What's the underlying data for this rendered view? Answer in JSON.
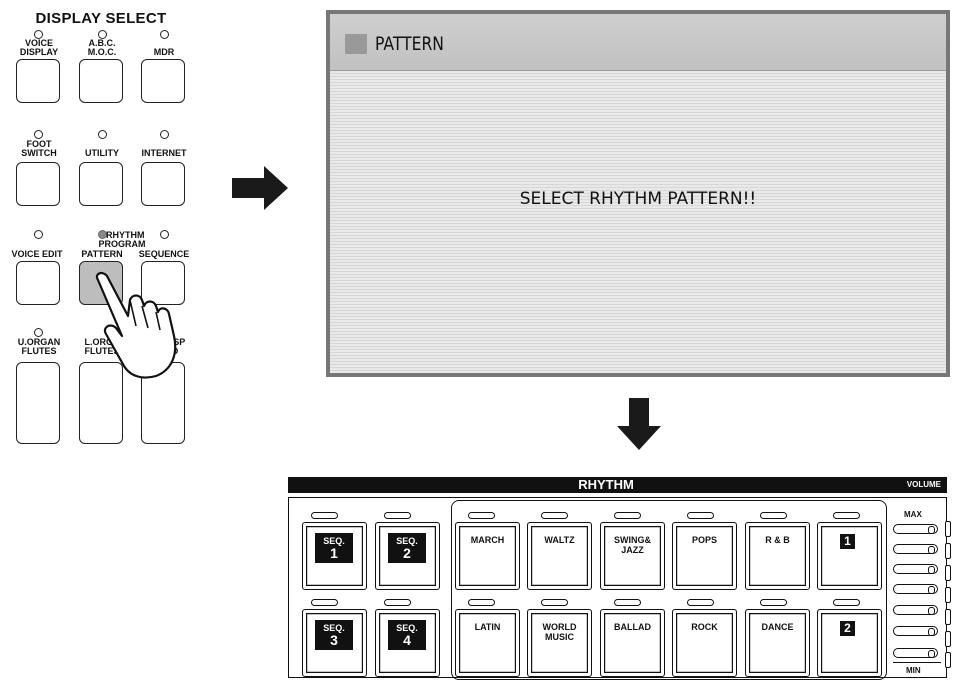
{
  "display_select": {
    "title": "DISPLAY SELECT",
    "row1": [
      {
        "label_lines": [
          "VOICE",
          "DISPLAY"
        ]
      },
      {
        "label_lines": [
          "A.B.C.",
          "M.O.C."
        ]
      },
      {
        "label_lines": [
          "MDR"
        ]
      }
    ],
    "row2": [
      {
        "label_lines": [
          "FOOT",
          "SWITCH"
        ]
      },
      {
        "label_lines": [
          "UTILITY"
        ]
      },
      {
        "label_lines": [
          "INTERNET"
        ]
      }
    ],
    "row3": [
      {
        "label": "VOICE EDIT"
      },
      {
        "label": "PATTERN",
        "pressed": true
      },
      {
        "label": "SEQUENCE"
      }
    ],
    "rhythm_program_lines": [
      "RHYTHM",
      "PROGRAM"
    ],
    "row4": [
      {
        "label_lines": [
          "U.ORGAN",
          "FLUTES"
        ]
      },
      {
        "label_lines": [
          "L.ORGA",
          "FLUTES"
        ]
      },
      {
        "label_lines": [
          "RY SP",
          "ED"
        ]
      }
    ]
  },
  "screen": {
    "title": "PATTERN",
    "message": "SELECT RHYTHM PATTERN!!"
  },
  "rhythm_panel": {
    "title": "RHYTHM",
    "volume_label": "VOLUME",
    "volume_max": "MAX",
    "volume_min": "MIN",
    "seq_buttons": [
      {
        "line1": "SEQ.",
        "line2": "1"
      },
      {
        "line1": "SEQ.",
        "line2": "2"
      },
      {
        "line1": "SEQ.",
        "line2": "3"
      },
      {
        "line1": "SEQ.",
        "line2": "4"
      }
    ],
    "top_row": [
      {
        "lines": [
          "MARCH"
        ]
      },
      {
        "lines": [
          "WALTZ"
        ]
      },
      {
        "lines": [
          "SWING&",
          "JAZZ"
        ]
      },
      {
        "lines": [
          "POPS"
        ]
      },
      {
        "lines": [
          "R & B"
        ]
      }
    ],
    "bottom_row": [
      {
        "lines": [
          "LATIN"
        ]
      },
      {
        "lines": [
          "WORLD",
          "MUSIC"
        ]
      },
      {
        "lines": [
          "BALLAD"
        ]
      },
      {
        "lines": [
          "ROCK"
        ]
      },
      {
        "lines": [
          "DANCE"
        ]
      }
    ],
    "user_buttons": [
      "1",
      "2"
    ]
  },
  "colors": {
    "screen_frame": "#777777",
    "pressed_button": "#bdbdbd",
    "panel_black": "#111111"
  }
}
